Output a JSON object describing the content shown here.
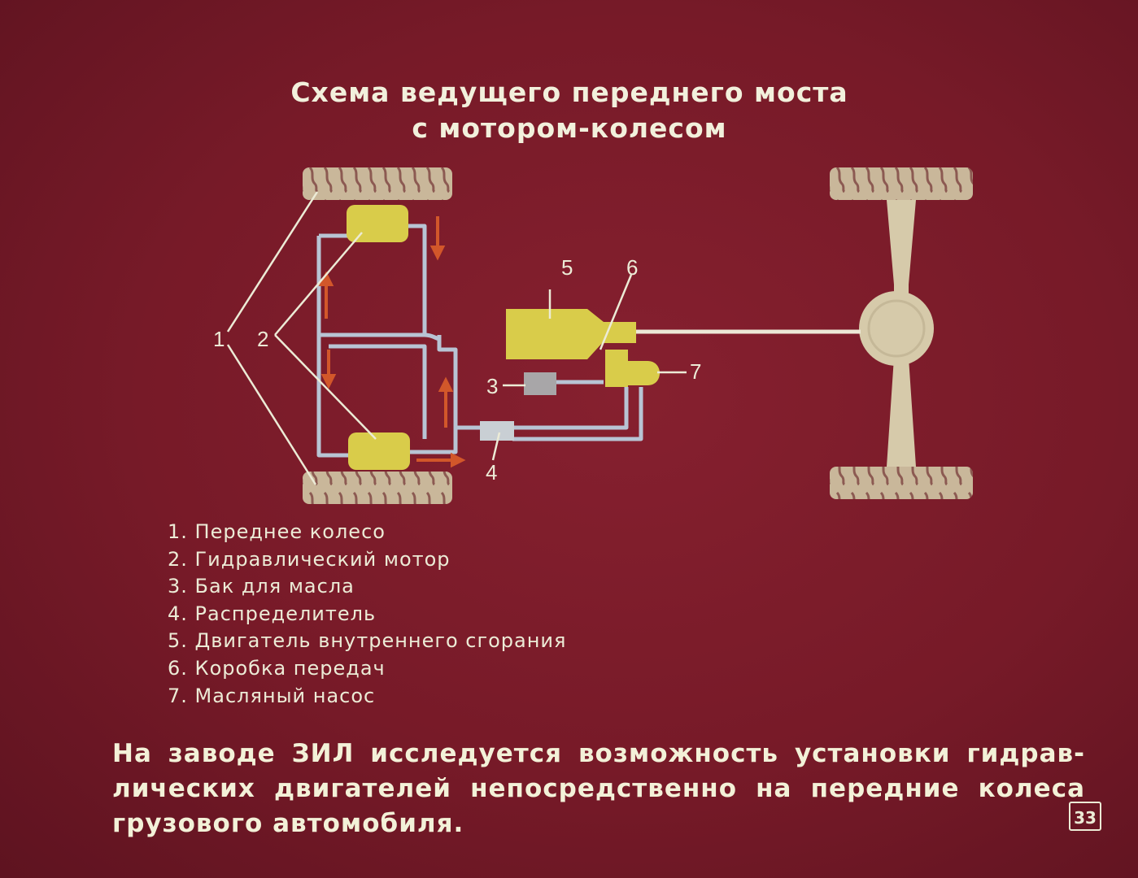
{
  "title": {
    "line1": "Схема ведущего переднего моста",
    "line2": "с мотором-колесом"
  },
  "diagram": {
    "callouts": [
      "1",
      "2",
      "3",
      "4",
      "5",
      "6",
      "7"
    ],
    "colors": {
      "background": "#7a1a28",
      "tire": "#c9b79a",
      "hydraulic_components": "#d9cc4a",
      "pipes": "#b8c4d4",
      "flow_arrows": "#d2572a",
      "rear_axle": "#d6caaa"
    }
  },
  "legend": [
    "1. Переднее колесо",
    "2. Гидравлический мотор",
    "3. Бак для масла",
    "4. Распределитель",
    "5. Двигатель внутреннего сгорания",
    "6. Коробка передач",
    "7. Масляный насос"
  ],
  "caption": {
    "line1": "На заводе ЗИЛ исследуется возможность установки гидрав-",
    "line2": "лических двигателей непосредственно на передние колеса",
    "line3": "грузового автомобиля."
  },
  "page_number": "33"
}
